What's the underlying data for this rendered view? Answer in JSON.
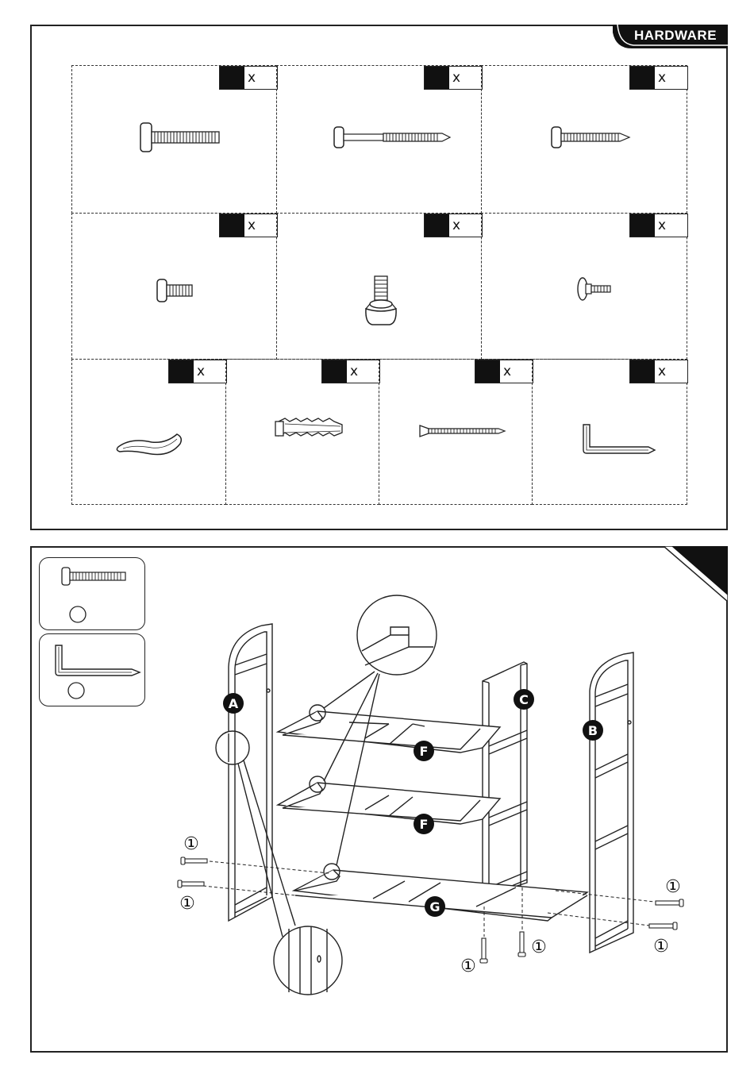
{
  "header": {
    "title": "HARDWARE"
  },
  "hardware_items": [
    {
      "icon": "bolt-icon",
      "qty_symbol": "x"
    },
    {
      "icon": "long-screw-icon",
      "qty_symbol": "x"
    },
    {
      "icon": "screw-icon",
      "qty_symbol": "x"
    },
    {
      "icon": "short-bolt-icon",
      "qty_symbol": "x"
    },
    {
      "icon": "leveling-foot-icon",
      "qty_symbol": "x"
    },
    {
      "icon": "washer-bolt-icon",
      "qty_symbol": "x"
    },
    {
      "icon": "wrench-icon",
      "qty_symbol": "x"
    },
    {
      "icon": "wall-anchor-icon",
      "qty_symbol": "x"
    },
    {
      "icon": "wall-screw-icon",
      "qty_symbol": "x"
    },
    {
      "icon": "allen-key-icon",
      "qty_symbol": "x"
    }
  ],
  "step": {
    "legend": [
      {
        "icon": "bolt-icon"
      },
      {
        "icon": "allen-key-icon"
      }
    ],
    "part_labels": {
      "a": "A",
      "b": "B",
      "c": "C",
      "f1": "F",
      "f2": "F",
      "g": "G"
    },
    "callout_numbers": {
      "left_top": "①",
      "left_bottom": "①",
      "right_top": "①",
      "right_bottom": "①",
      "bottom_left": "①",
      "bottom_right": "①"
    }
  }
}
